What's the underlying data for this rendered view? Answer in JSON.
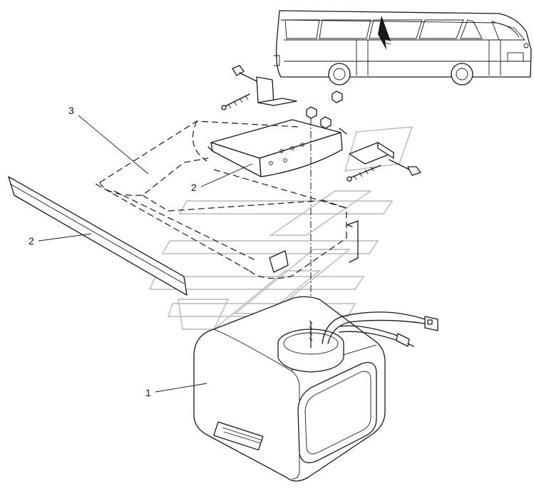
{
  "callouts": [
    {
      "id": "part-1",
      "label": "1"
    },
    {
      "id": "part-2-bracket",
      "label": "2"
    },
    {
      "id": "part-2-strip",
      "label": "2"
    },
    {
      "id": "part-3",
      "label": "3"
    }
  ],
  "colors": {
    "line": "#1a1a1a",
    "watermark": "#b9b9b9",
    "background": "#ffffff"
  },
  "icons": {
    "vehicle": "bus-icon",
    "location_marker": "arrow-up-icon",
    "watermark": "logo-watermark-icon"
  }
}
